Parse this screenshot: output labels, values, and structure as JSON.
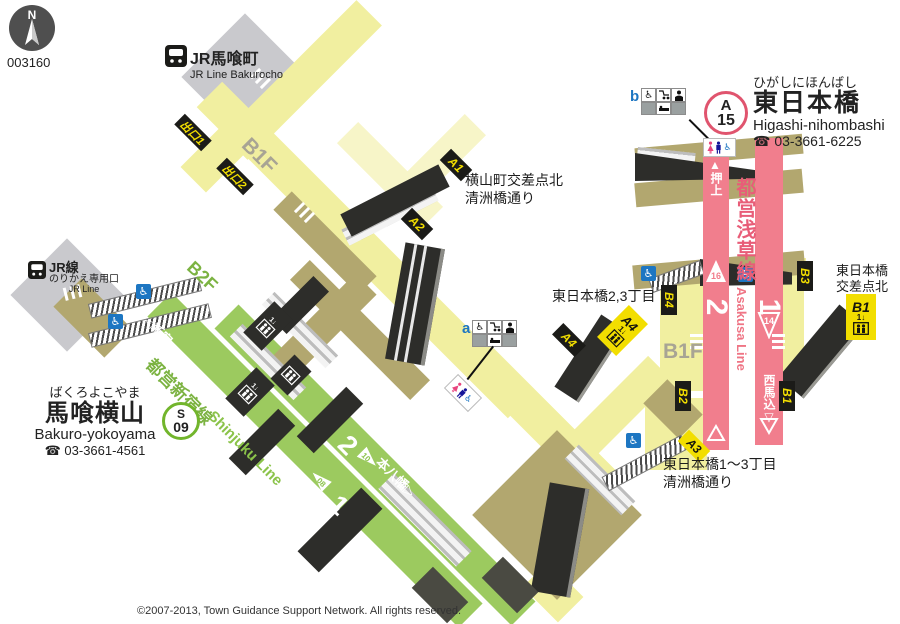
{
  "map_id": "003160",
  "compass": {
    "n": "N"
  },
  "copyright": "©2007-2013, Town Guidance Support Network. All rights reserved.",
  "stations": {
    "higashi": {
      "kana": "ひがしにほんばし",
      "name": "東日本橋",
      "romaji": "Higashi-nihombashi",
      "phone": "☎ 03-3661-6225",
      "marker_letter": "A",
      "marker_number": "15"
    },
    "bakuro": {
      "kana": "ばくろよこやま",
      "name": "馬喰横山",
      "romaji": "Bakuro-yokoyama",
      "phone": "☎ 03-3661-4561",
      "marker_letter": "S",
      "marker_number": "09"
    },
    "jr_bakurocho": {
      "name": "JR馬喰町",
      "sub": "JR Line Bakurocho"
    },
    "jr_transfer": {
      "name": "JR線",
      "sub": "のりかえ専用口",
      "sub_en": "JR Line"
    }
  },
  "lines": {
    "asakusa": {
      "ja": "都営浅草線",
      "en": "Asakusa Line"
    },
    "shinjuku": {
      "ja": "都営新宿線",
      "en": "Shinjuku Line"
    }
  },
  "platforms": {
    "asakusa_2": {
      "number": "2",
      "car": "16",
      "direction": "押上"
    },
    "asakusa_1": {
      "number": "1",
      "car": "14",
      "direction": "西馬込"
    },
    "shinjuku_2": {
      "number": "2",
      "car": "10",
      "direction": "本八幡"
    },
    "shinjuku_1": {
      "number": "1",
      "car": "08",
      "direction": "新宿"
    }
  },
  "floors": {
    "b1f": "B1F",
    "b2f": "B2F"
  },
  "exits": {
    "d1": "出口1",
    "d2": "出口2",
    "a1": "A1",
    "a2": "A2",
    "a3": "A3",
    "a4": "A4",
    "b1": "B1",
    "b2": "B2",
    "b3": "B3",
    "b4": "B4"
  },
  "elevators": {
    "floor": "1↓",
    "a4": "A4",
    "b1": "B1"
  },
  "streets": {
    "yokoyama1": "横山町交差点北",
    "yokoyama2": "清洲橋通り",
    "higashi23": "東日本橋2,3丁目",
    "higashi13": "東日本橋1〜3丁目",
    "kiyosu": "清洲橋通り",
    "kosaten1": "東日本橋",
    "kosaten2": "交差点北"
  },
  "points": {
    "a": "a",
    "b": "b"
  },
  "icons": {
    "wheelchair": "♿",
    "up_triangle": "▲",
    "down_triangle": "▽",
    "left_triangle": "◁",
    "right_triangle": "▷"
  }
}
